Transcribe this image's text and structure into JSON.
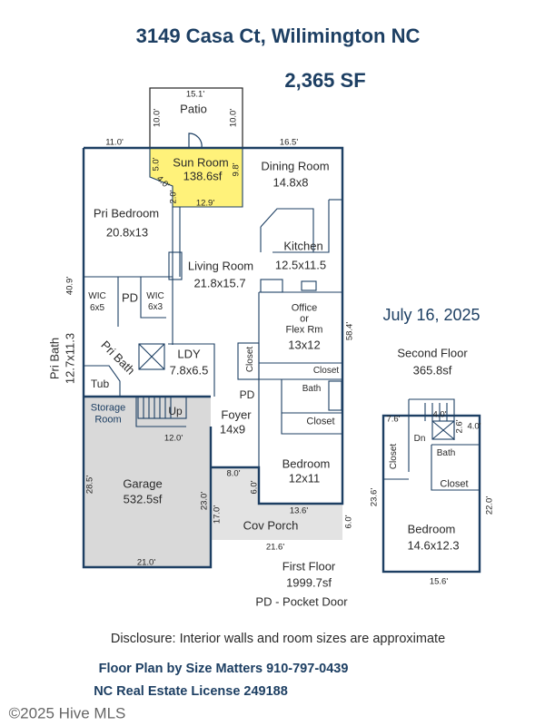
{
  "header": {
    "address": "3149 Casa Ct, Wilimington NC",
    "total_sf": "2,365 SF",
    "date": "July 16, 2025"
  },
  "first_floor": {
    "label": "First Floor",
    "area": "1999.7sf",
    "legend": "PD - Pocket Door",
    "patio": {
      "name": "Patio",
      "width": "15.1'",
      "depth_left": "10.0'",
      "depth_right": "10.0'"
    },
    "sun_room": {
      "name": "Sun Room",
      "area": "138.6sf",
      "d1": "5.0'",
      "d2": "4.0'",
      "d3": "9.8'",
      "d4": "2.0'",
      "d5": "12.9'"
    },
    "dims": {
      "top_left": "11.0'",
      "top_right": "16.5'",
      "left": "40.9'",
      "right": "58.4'",
      "garage_top": "12.0'",
      "foyer_porch": "8.0'",
      "garage_left": "28.5'",
      "garage_right": "23.0'",
      "porch_small": "6.0'",
      "porch_left": "17.0'",
      "porch_top": "13.6'",
      "porch_right": "6.0'",
      "porch_bottom": "21.6'",
      "garage_bottom": "21.0'"
    },
    "rooms": {
      "dining": {
        "name": "Dining Room",
        "size": "14.8x8"
      },
      "pri_bedroom": {
        "name": "Pri Bedroom",
        "size": "20.8x13"
      },
      "kitchen": {
        "name": "Kitchen",
        "size": "12.5x11.5"
      },
      "living": {
        "name": "Living Room",
        "size": "21.8x15.7"
      },
      "wic1": {
        "name": "WIC",
        "size": "6x5"
      },
      "wic2": {
        "name": "WIC",
        "size": "6x3"
      },
      "pd1": "PD",
      "office": {
        "l1": "Office",
        "l2": "or",
        "l3": "Flex Rm",
        "size": "13x12"
      },
      "pri_bath": {
        "name": "Pri Bath",
        "size": "12.7x11.3",
        "inner": "Pri Bath"
      },
      "ldy": {
        "name": "LDY",
        "size": "7.8x6.5"
      },
      "closet1": "Closet",
      "closet2": "Closet",
      "closet3": "Closet",
      "tub": "Tub",
      "pd2": "PD",
      "bath": "Bath",
      "storage": {
        "l1": "Storage",
        "l2": "Room"
      },
      "up": "Up",
      "foyer": {
        "name": "Foyer",
        "size": "14x9"
      },
      "bedroom": {
        "name": "Bedroom",
        "size": "12x11"
      },
      "garage": {
        "name": "Garage",
        "area": "532.5sf"
      },
      "porch": {
        "name": "Cov Porch"
      }
    }
  },
  "second_floor": {
    "label": "Second Floor",
    "area": "365.8sf",
    "dims": {
      "top_left": "7.6'",
      "stair": "4.0'",
      "small": "2.6'",
      "right_top": "4.0'",
      "left": "23.6'",
      "right": "22.0'",
      "bottom": "15.6'"
    },
    "rooms": {
      "dn": "Dn",
      "closet1": "Closet",
      "bath": "Bath",
      "closet2": "Closet",
      "bedroom": {
        "name": "Bedroom",
        "size": "14.6x12.3"
      }
    }
  },
  "footer": {
    "disclosure": "Disclosure: Interior walls and room sizes are approximate",
    "credit": "Floor Plan by Size Matters 910-797-0439",
    "license": "NC Real Estate License 249188",
    "watermark": "©2025 Hive MLS"
  },
  "colors": {
    "wall": "#1d3f63",
    "sun_room": "#fff27a",
    "garage": "#d9d9d9",
    "title": "#1d3f63"
  }
}
